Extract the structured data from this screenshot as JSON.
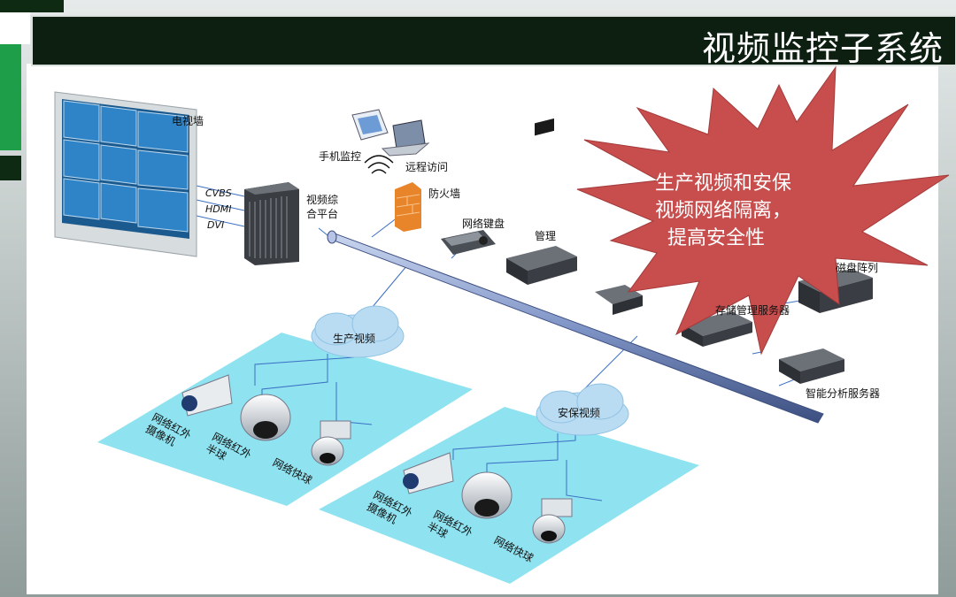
{
  "title": "视频监控子系统",
  "callout": "生产视频和安保\n视频网络隔离，\n  提高安全性",
  "devices": {
    "video_wall": "电视墙",
    "mobile": "手机监控",
    "remote": "远程访问",
    "firewall": "防火墙",
    "platform": "视频综\n合平台",
    "keyboard": "网络键盘",
    "management": "管理",
    "disk_array": "磁盘阵列",
    "storage": "存储管理服务器",
    "analysis": "智能分析服务器"
  },
  "signals": [
    "CVBS",
    "HDMI",
    "DVI"
  ],
  "zones": {
    "production": {
      "label": "生产视频",
      "cameras": [
        "网络红外\n摄像机",
        "网络红外\n半球",
        "网络快球"
      ]
    },
    "security": {
      "label": "安保视频",
      "cameras": [
        "网络红外\n摄像机",
        "网络红外\n半球",
        "网络快球"
      ]
    }
  },
  "colors": {
    "title_bar": "#0d1f10",
    "accent_green": "#1e9e48",
    "zone_fill": "#8fe3f0",
    "burst": "#c84d4d",
    "backbone": "#7f94c6"
  }
}
